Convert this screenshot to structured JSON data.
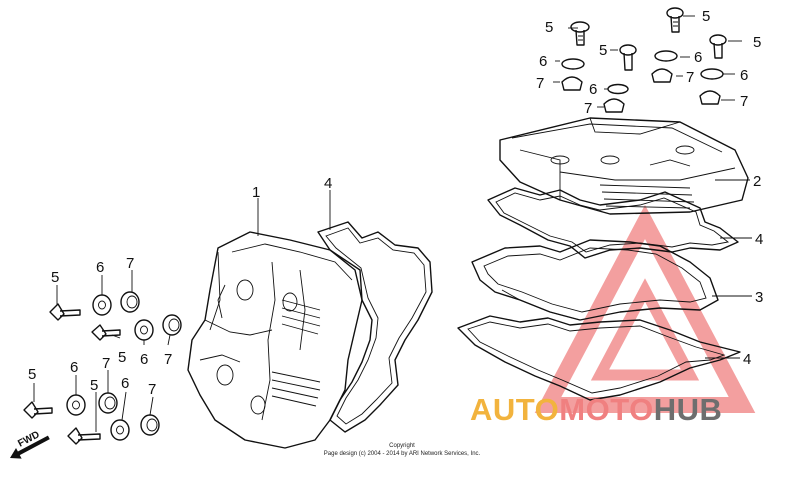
{
  "callouts": {
    "c1": "1",
    "c2": "2",
    "c3": "3",
    "c4a": "4",
    "c4b": "4",
    "c4c": "4",
    "c5a": "5",
    "c5b": "5",
    "c5c": "5",
    "c5d": "5",
    "c5e": "5",
    "c5f": "5",
    "c5g": "5",
    "c6a": "6",
    "c6b": "6",
    "c6c": "6",
    "c6d": "6",
    "c6e": "6",
    "c6f": "6",
    "c6g": "6",
    "c7a": "7",
    "c7b": "7",
    "c7c": "7",
    "c7d": "7",
    "c7e": "7",
    "c7f": "7",
    "c7g": "7",
    "c7h": "7"
  },
  "direction_label": "FWD",
  "copyright": {
    "line1": "Copyright",
    "line2": "Page design (c) 2004 - 2014 by ARI Network Services, Inc."
  },
  "watermark": {
    "part1": "AUTO",
    "part2": "MOTO",
    "part3": "HUB",
    "colors": {
      "gold": "#f2b33d",
      "red": "#f08080",
      "gray": "#6e6e6e"
    }
  }
}
